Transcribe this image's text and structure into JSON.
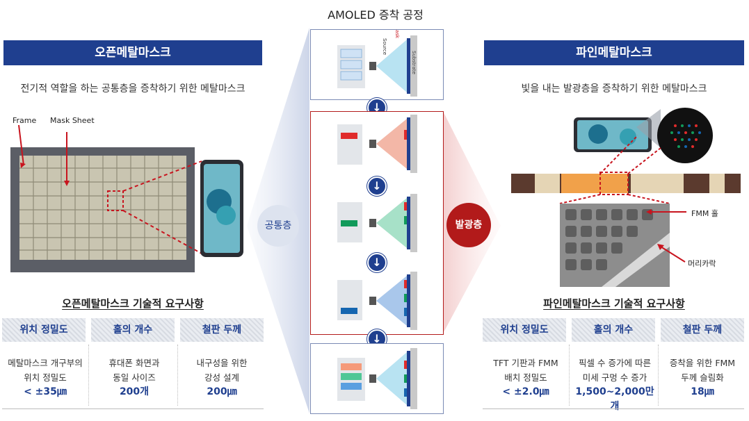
{
  "center": {
    "title": "AMOLED 증착 공정",
    "common_label": "공통층",
    "emissive_label": "발광층",
    "panel_labels": {
      "source": "Source",
      "mask": "Mask",
      "substrate": "Substrate"
    }
  },
  "left": {
    "header": "오픈메탈마스크",
    "subtitle": "전기적 역할을 하는 공통층을 증착하기 위한 메탈마스크",
    "photo_labels": {
      "frame": "Frame",
      "mask_sheet": "Mask Sheet"
    },
    "req_title": "오픈메탈마스크 기술적 요구사항",
    "columns": [
      {
        "head": "위치 정밀도",
        "line1": "메탈마스크 개구부의",
        "line2": "위치 정밀도",
        "value": "< ±35㎛"
      },
      {
        "head": "홀의 개수",
        "line1": "휴대폰 화면과",
        "line2": "동일 사이즈",
        "value": "200개"
      },
      {
        "head": "철판 두께",
        "line1": "내구성을 위한",
        "line2": "강성 설계",
        "value": "200㎛"
      }
    ]
  },
  "right": {
    "header": "파인메탈마스크",
    "subtitle": "빛을 내는 발광층을 증착하기 위한 메탈마스크",
    "photo_labels": {
      "fmm_hole": "FMM 홀",
      "hair": "머리카락"
    },
    "req_title": "파인메탈마스크 기술적 요구사항",
    "columns": [
      {
        "head": "위치 정밀도",
        "line1": "TFT 기판과 FMM",
        "line2": "배치 정밀도",
        "value": "< ±2.0㎛"
      },
      {
        "head": "홀의 개수",
        "line1": "픽셀 수 증가에 따른",
        "line2": "미세 구멍 수 증가",
        "value": "1,500~2,000만개"
      },
      {
        "head": "철판 두께",
        "line1": "증착을 위한 FMM",
        "line2": "두께 슬림화",
        "value": "18㎛"
      }
    ]
  },
  "colors": {
    "navy": "#1f3f8f",
    "red": "#b21a1a",
    "green": "#119a5a",
    "blue": "#1566b0"
  }
}
